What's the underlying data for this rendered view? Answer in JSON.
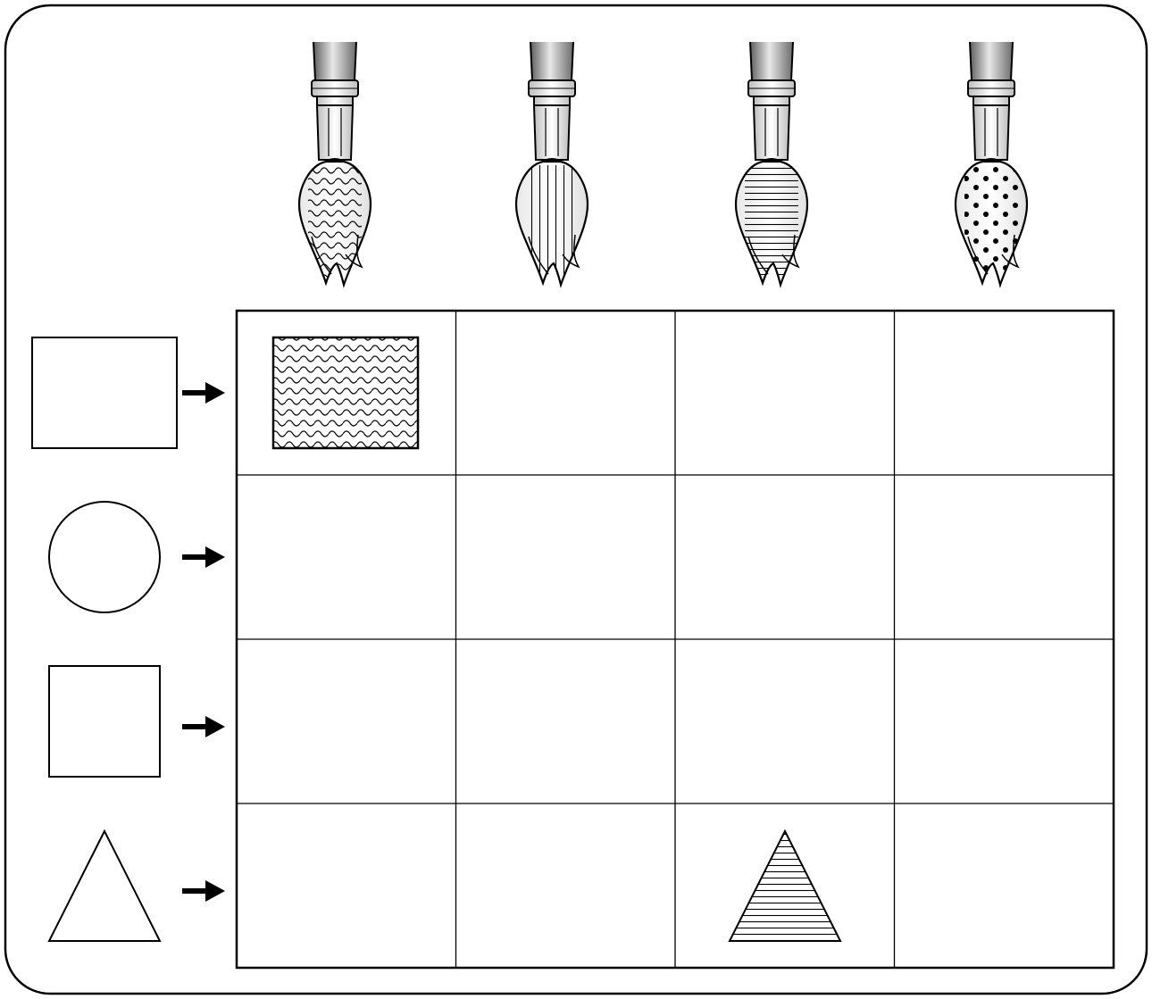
{
  "worksheet": {
    "brushes": [
      {
        "pattern": "wavy",
        "icon": "paintbrush-wavy-icon"
      },
      {
        "pattern": "vertical-lines",
        "icon": "paintbrush-vertical-lines-icon"
      },
      {
        "pattern": "horizontal-lines",
        "icon": "paintbrush-horizontal-lines-icon"
      },
      {
        "pattern": "dots",
        "icon": "paintbrush-dots-icon"
      }
    ],
    "rows": [
      {
        "shape": "rectangle",
        "icon": "rectangle-icon"
      },
      {
        "shape": "circle",
        "icon": "circle-icon"
      },
      {
        "shape": "square",
        "icon": "square-icon"
      },
      {
        "shape": "triangle",
        "icon": "triangle-icon"
      }
    ],
    "row_marker_icon": "right-arrow-icon",
    "example_cells": [
      {
        "row": 0,
        "col": 0,
        "shape": "rectangle",
        "pattern": "wavy"
      },
      {
        "row": 3,
        "col": 2,
        "shape": "triangle",
        "pattern": "horizontal-lines"
      }
    ],
    "colors": {
      "ink": "#000000",
      "paper": "#ffffff",
      "handle_dark": "#6b6b6b",
      "handle_light": "#e6e6e6"
    }
  }
}
